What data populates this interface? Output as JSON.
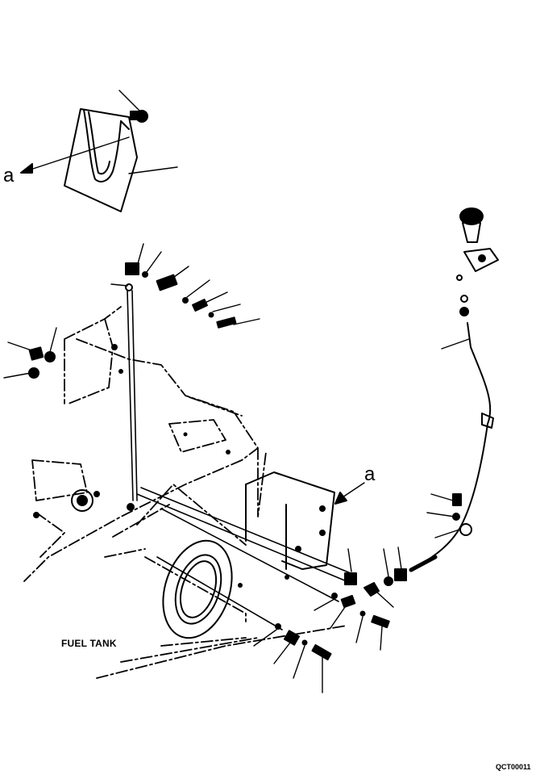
{
  "diagram": {
    "labels": {
      "view_ref_left": "a",
      "view_ref_right": "a",
      "fuel_tank": "FUEL TANK",
      "figure_code": "QCT00011"
    },
    "colors": {
      "ink": "#000000",
      "paper": "#ffffff"
    }
  }
}
